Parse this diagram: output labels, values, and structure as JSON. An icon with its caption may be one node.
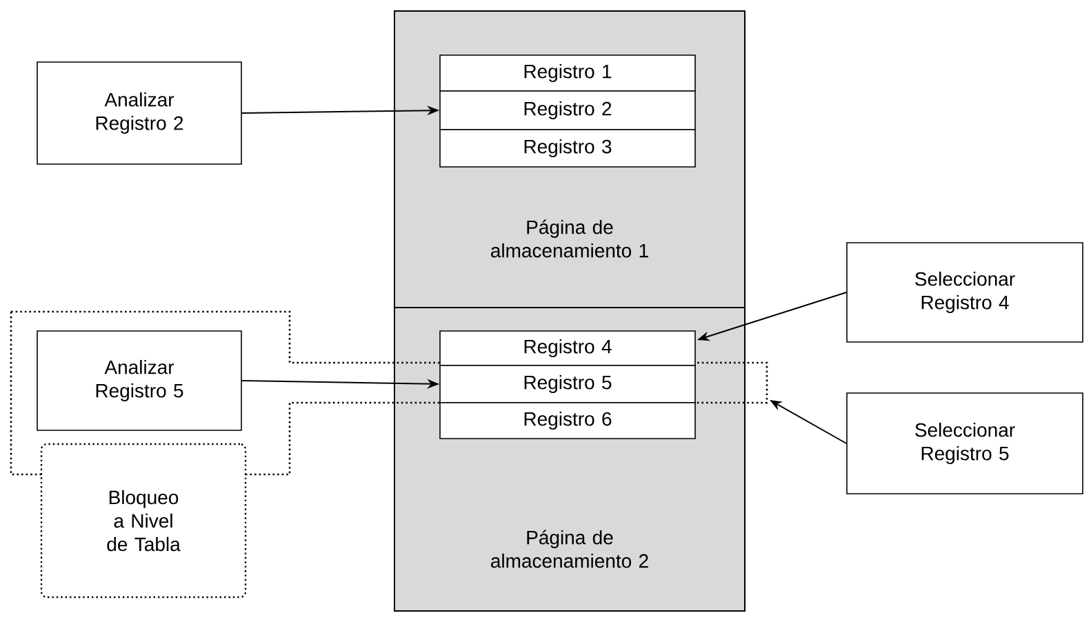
{
  "diagram": {
    "nodes": [
      {
        "text": [
          "Página de almacenamiento 1"
        ]
      },
      {
        "text": [
          "Registro 1"
        ],
        "in": 0
      },
      {
        "text": [
          "Registro 2"
        ],
        "in": 0
      },
      {
        "text": [
          "Registro 3"
        ],
        "in": 0
      },
      {
        "text": [
          "Página de almacenamiento 2"
        ]
      },
      {
        "text": [
          "Registro 4"
        ],
        "in": 4
      },
      {
        "text": [
          "Registro 5"
        ],
        "in": 4
      },
      {
        "text": [
          "Registro 6"
        ],
        "in": 4
      },
      {
        "text": [
          "Analizar Registro 2"
        ]
      },
      {
        "text": [
          "Analizar Registro 5"
        ]
      },
      {
        "text": [
          "Seleccionar Registro 4"
        ]
      },
      {
        "text": [
          "Seleccionar Registro 5"
        ]
      },
      {
        "text": [
          "Bloqueo a Nivel de Tabla"
        ]
      }
    ],
    "edges": [
      {
        "from": 8,
        "to": 2,
        "arrow": "to"
      },
      {
        "from": 9,
        "to": 6,
        "arrow": "to"
      },
      {
        "from": 10,
        "to": 5,
        "arrow": "to"
      },
      {
        "from": 11,
        "to": null,
        "arrow": "to"
      }
    ]
  }
}
